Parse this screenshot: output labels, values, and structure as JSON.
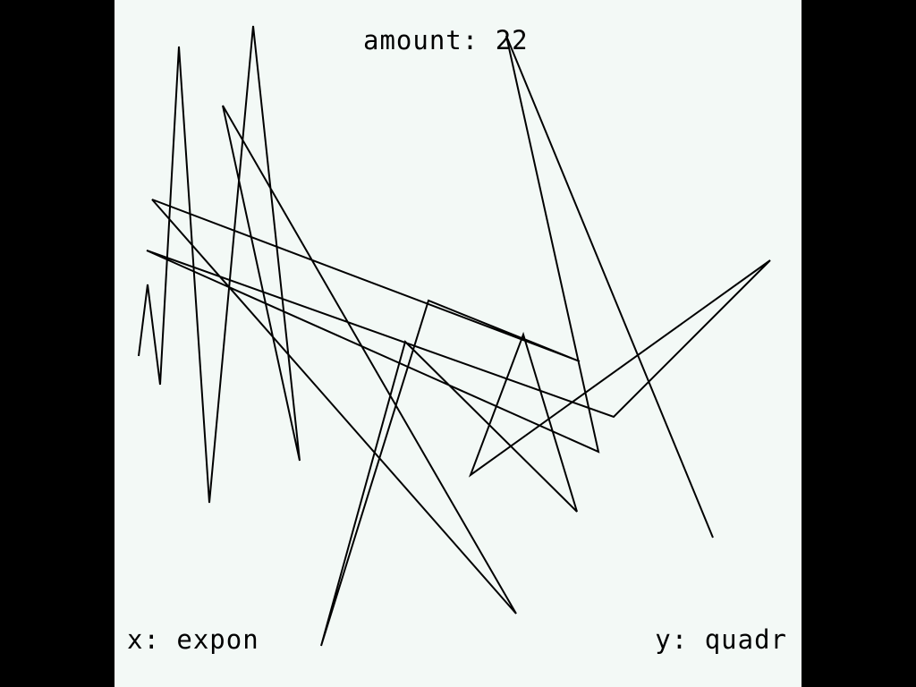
{
  "hud": {
    "amount_prefix": "amount: ",
    "amount": "22",
    "x_prefix": "x: ",
    "x_mode": "expon",
    "y_prefix": "y: ",
    "y_mode": "quadr"
  },
  "colors": {
    "background": "#f3f9f6",
    "line": "#000000",
    "text": "#000000",
    "border": "#000000"
  }
}
